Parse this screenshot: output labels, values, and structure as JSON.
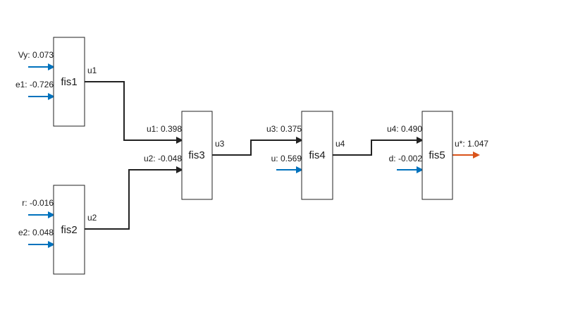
{
  "colors": {
    "input_arrow": "#0072bd",
    "output_arrow": "#d95319",
    "wire": "#222222",
    "box_border": "#222222"
  },
  "blocks": {
    "fis1": {
      "title": "fis1",
      "out": "u1",
      "in1": "Vy: 0.073",
      "in2": "e1: -0.726"
    },
    "fis2": {
      "title": "fis2",
      "out": "u2",
      "in1": "r: -0.016",
      "in2": "e2: 0.048"
    },
    "fis3": {
      "title": "fis3",
      "out": "u3",
      "in1": "u1: 0.398",
      "in2": "u2: -0.048"
    },
    "fis4": {
      "title": "fis4",
      "out": "u4",
      "in1": "u3: 0.375",
      "in2": "u: 0.569"
    },
    "fis5": {
      "title": "fis5",
      "out": "u*: 1.047",
      "in1": "u4: 0.490",
      "in2": "d: -0.002"
    }
  }
}
